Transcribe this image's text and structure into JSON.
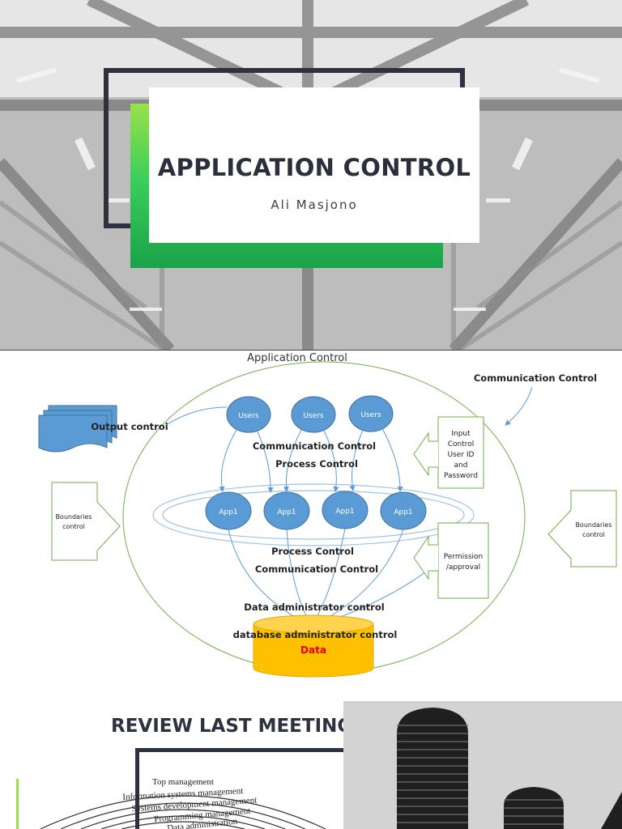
{
  "slide1": {
    "title": "APPLICATION CONTROL",
    "author": "Ali Masjono"
  },
  "slide2": {
    "heading": "Application Control",
    "communication_control_top": "Communication Control",
    "output_control": "Output control",
    "users": [
      "Users",
      "Users",
      "Users"
    ],
    "comm_control_upper": "Communication Control",
    "process_control_upper": "Process Control",
    "input_control": [
      "Input",
      "Control",
      "User ID",
      "and",
      "Password"
    ],
    "boundaries_left": [
      "Boundaries",
      "control"
    ],
    "boundaries_right": [
      "Boundaries",
      "control"
    ],
    "apps": [
      "App1",
      "App1",
      "App1",
      "App1"
    ],
    "process_control_lower": "Process Control",
    "comm_control_lower": "Communication Control",
    "permission": [
      "Permission",
      "/approval"
    ],
    "data_admin_control": "Data administrator control",
    "db_admin_control": "database administrator control",
    "data_label": "Data",
    "colors": {
      "node_fill": "#5b9bd5",
      "node_stroke": "#41719c",
      "db_fill": "#ffc000",
      "data_text": "#e00000",
      "outline_green": "#70ad47"
    }
  },
  "slide3": {
    "title": "REVIEW LAST MEETING",
    "rings": [
      "Top management",
      "Information systems management",
      "Systems development management",
      "Programming management",
      "Data administration"
    ]
  }
}
